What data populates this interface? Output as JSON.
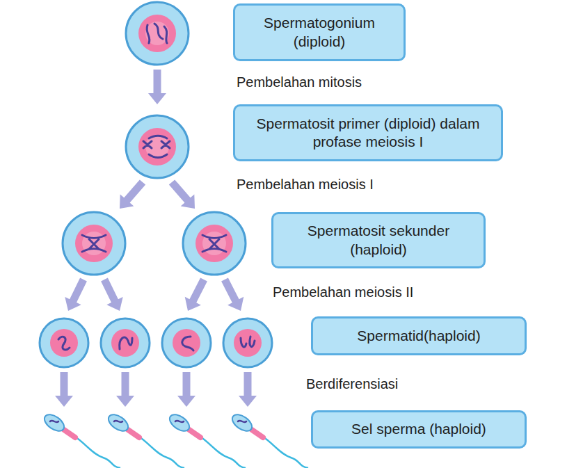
{
  "diagram": {
    "nodes": [
      {
        "text": [
          "Spermatogonium (diploid)"
        ]
      },
      {
        "text": [
          "Spermatosit primer (diploid) dalam profase meiosis I"
        ]
      },
      {
        "text": [
          "Spermatosit sekunder (haploid)"
        ]
      },
      {
        "text": [
          "Spermatid(haploid)"
        ]
      },
      {
        "text": [
          "Sel sperma (haploid)"
        ]
      }
    ],
    "labels": [
      "Pembelahan mitosis",
      "Pembelahan meiosis I",
      "Pembelahan meiosis II",
      "Berdiferensiasi"
    ]
  }
}
